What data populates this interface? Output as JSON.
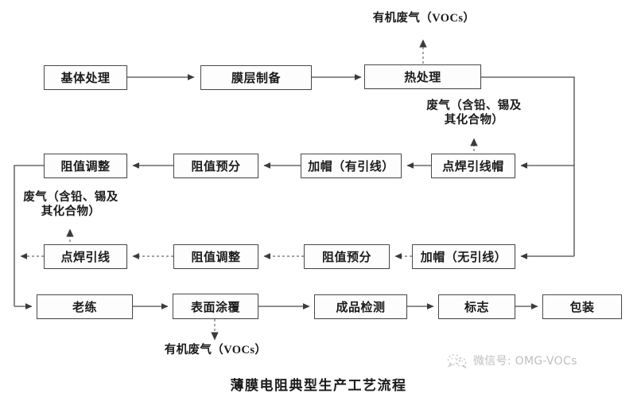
{
  "diagram": {
    "caption": "薄膜电阻典型生产工艺流程",
    "nodes": {
      "substrate_treatment": "基体处理",
      "film_preparation": "膜层制备",
      "heat_treatment": "热处理",
      "resistance_adjust_top": "阻值调整",
      "resistance_pre_top": "阻值预分",
      "cap_with_lead": "加帽（有引线）",
      "spot_weld_lead_cap": "点焊引线帽",
      "spot_weld_lead": "点焊引线",
      "resistance_adjust_mid": "阻值调整",
      "resistance_pre_mid": "阻值预分",
      "cap_without_lead": "加帽（无引线）",
      "aging": "老练",
      "surface_coating": "表面涂覆",
      "product_inspection": "成品检测",
      "marking": "标志",
      "packaging": "包装"
    },
    "emissions": {
      "vocs_top": "有机废气（VOCs）",
      "fumes_heat": "废气（含铅、锡及\n其化合物）",
      "fumes_weld": "废气（含铅、锡及\n其化合物）",
      "vocs_bottom": "有机废气（VOCs）"
    },
    "colors": {
      "line": "#4a4a4a",
      "box_border": "#4a4a4a",
      "box_fill": "#fdfdfd",
      "text": "#1b1b1b"
    }
  },
  "watermark": {
    "text": "微信号: OMG-VOCs"
  }
}
